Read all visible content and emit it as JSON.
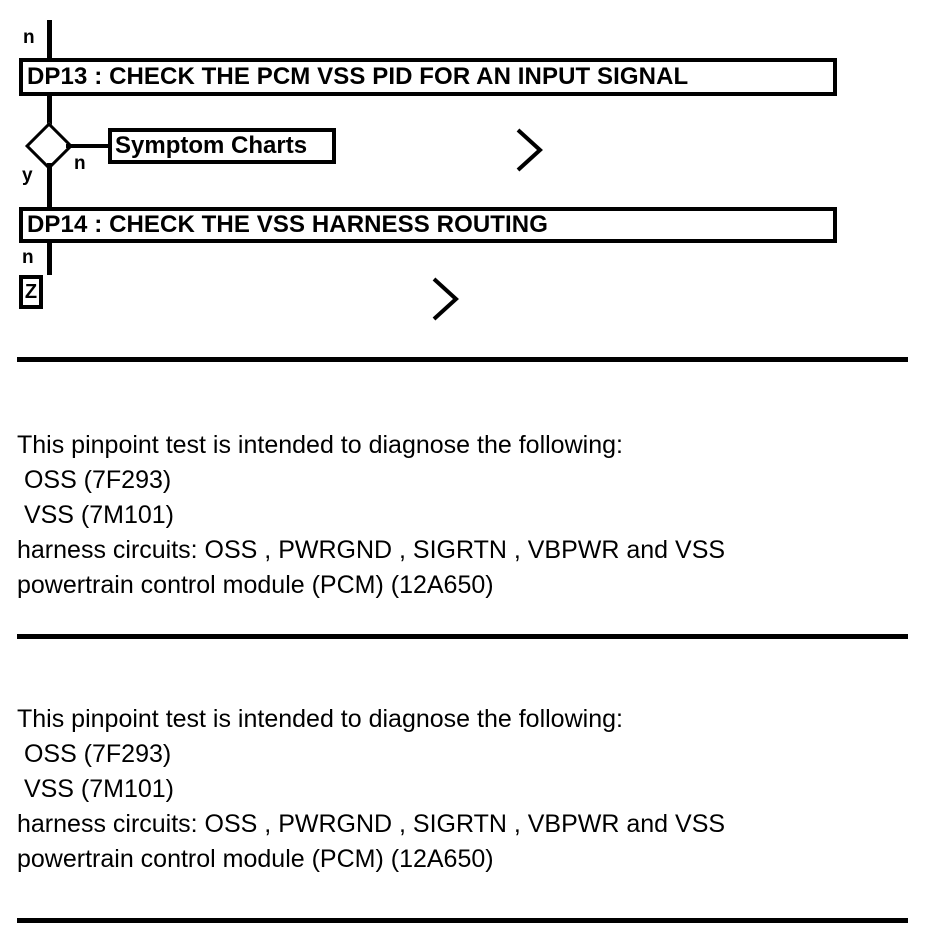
{
  "flowchart": {
    "entry_label": "n",
    "steps": [
      {
        "id": "dp13",
        "label": "DP13 : CHECK THE PCM VSS PID FOR AN INPUT SIGNAL"
      },
      {
        "id": "dp14",
        "label": "DP14 : CHECK THE VSS HARNESS ROUTING"
      }
    ],
    "decision": {
      "yes_label": "y",
      "no_label": "n"
    },
    "reference_box": {
      "label": "Symptom Charts"
    },
    "terminator": {
      "label": "Z",
      "edge_label": "n"
    },
    "chevrons": [
      "chevron-right",
      "chevron-right"
    ]
  },
  "sections": [
    {
      "id": "section-1",
      "lines": [
        "This pinpoint test is intended to diagnose the following:",
        " OSS (7F293)",
        " VSS (7M101)",
        "harness circuits: OSS , PWRGND , SIGRTN , VBPWR and VSS",
        "powertrain control module (PCM) (12A650)"
      ]
    },
    {
      "id": "section-2",
      "lines": [
        "This pinpoint test is intended to diagnose the following:",
        " OSS (7F293)",
        " VSS (7M101)",
        "harness circuits: OSS , PWRGND , SIGRTN , VBPWR and VSS",
        "powertrain control module (PCM) (12A650)"
      ]
    }
  ],
  "colors": {
    "ink": "#000000",
    "paper": "#ffffff"
  }
}
